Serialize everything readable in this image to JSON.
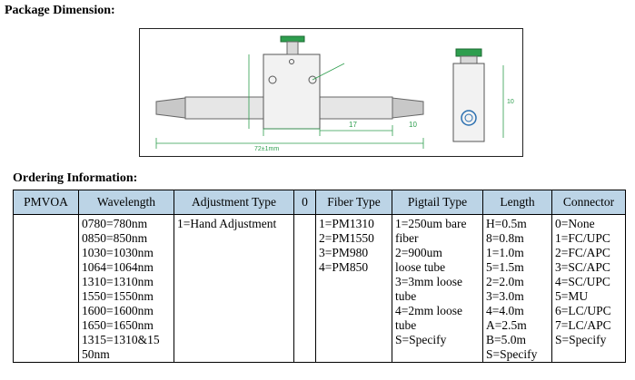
{
  "headings": {
    "package": "Package Dimension:",
    "ordering": "Ordering Information:"
  },
  "drawing": {
    "dim_length": "72±1mm",
    "dim_17": "17",
    "dim_10": "10",
    "dim_side": "10"
  },
  "table": {
    "headers": [
      "PMVOA",
      "Wavelength",
      "Adjustment Type",
      "0",
      "Fiber Type",
      "Pigtail Type",
      "Length",
      "Connector"
    ],
    "columns": [
      [],
      [
        "0780=780nm",
        "0850=850nm",
        "1030=1030nm",
        "1064=1064nm",
        "1310=1310nm",
        "1550=1550nm",
        "1600=1600nm",
        "1650=1650nm",
        "1315=1310&15",
        "50nm"
      ],
      [
        "1=Hand Adjustment"
      ],
      [],
      [
        "1=PM1310",
        "2=PM1550",
        "3=PM980",
        "4=PM850"
      ],
      [
        "1=250um bare",
        "fiber",
        "2=900um",
        "loose tube",
        "3=3mm loose",
        "tube",
        "4=2mm loose",
        "tube",
        "S=Specify"
      ],
      [
        "H=0.5m",
        "8=0.8m",
        "1=1.0m",
        "5=1.5m",
        "2=2.0m",
        "3=3.0m",
        "4=4.0m",
        "A=2.5m",
        "B=5.0m",
        "S=Specify"
      ],
      [
        "0=None",
        "1=FC/UPC",
        "2=FC/APC",
        "3=SC/APC",
        "4=SC/UPC",
        "5=MU",
        "6=LC/UPC",
        "7=LC/APC",
        "S=Specify"
      ]
    ],
    "colors": {
      "header_bg": "#bcd4e6",
      "drawing_green": "#2e9e4e"
    }
  }
}
